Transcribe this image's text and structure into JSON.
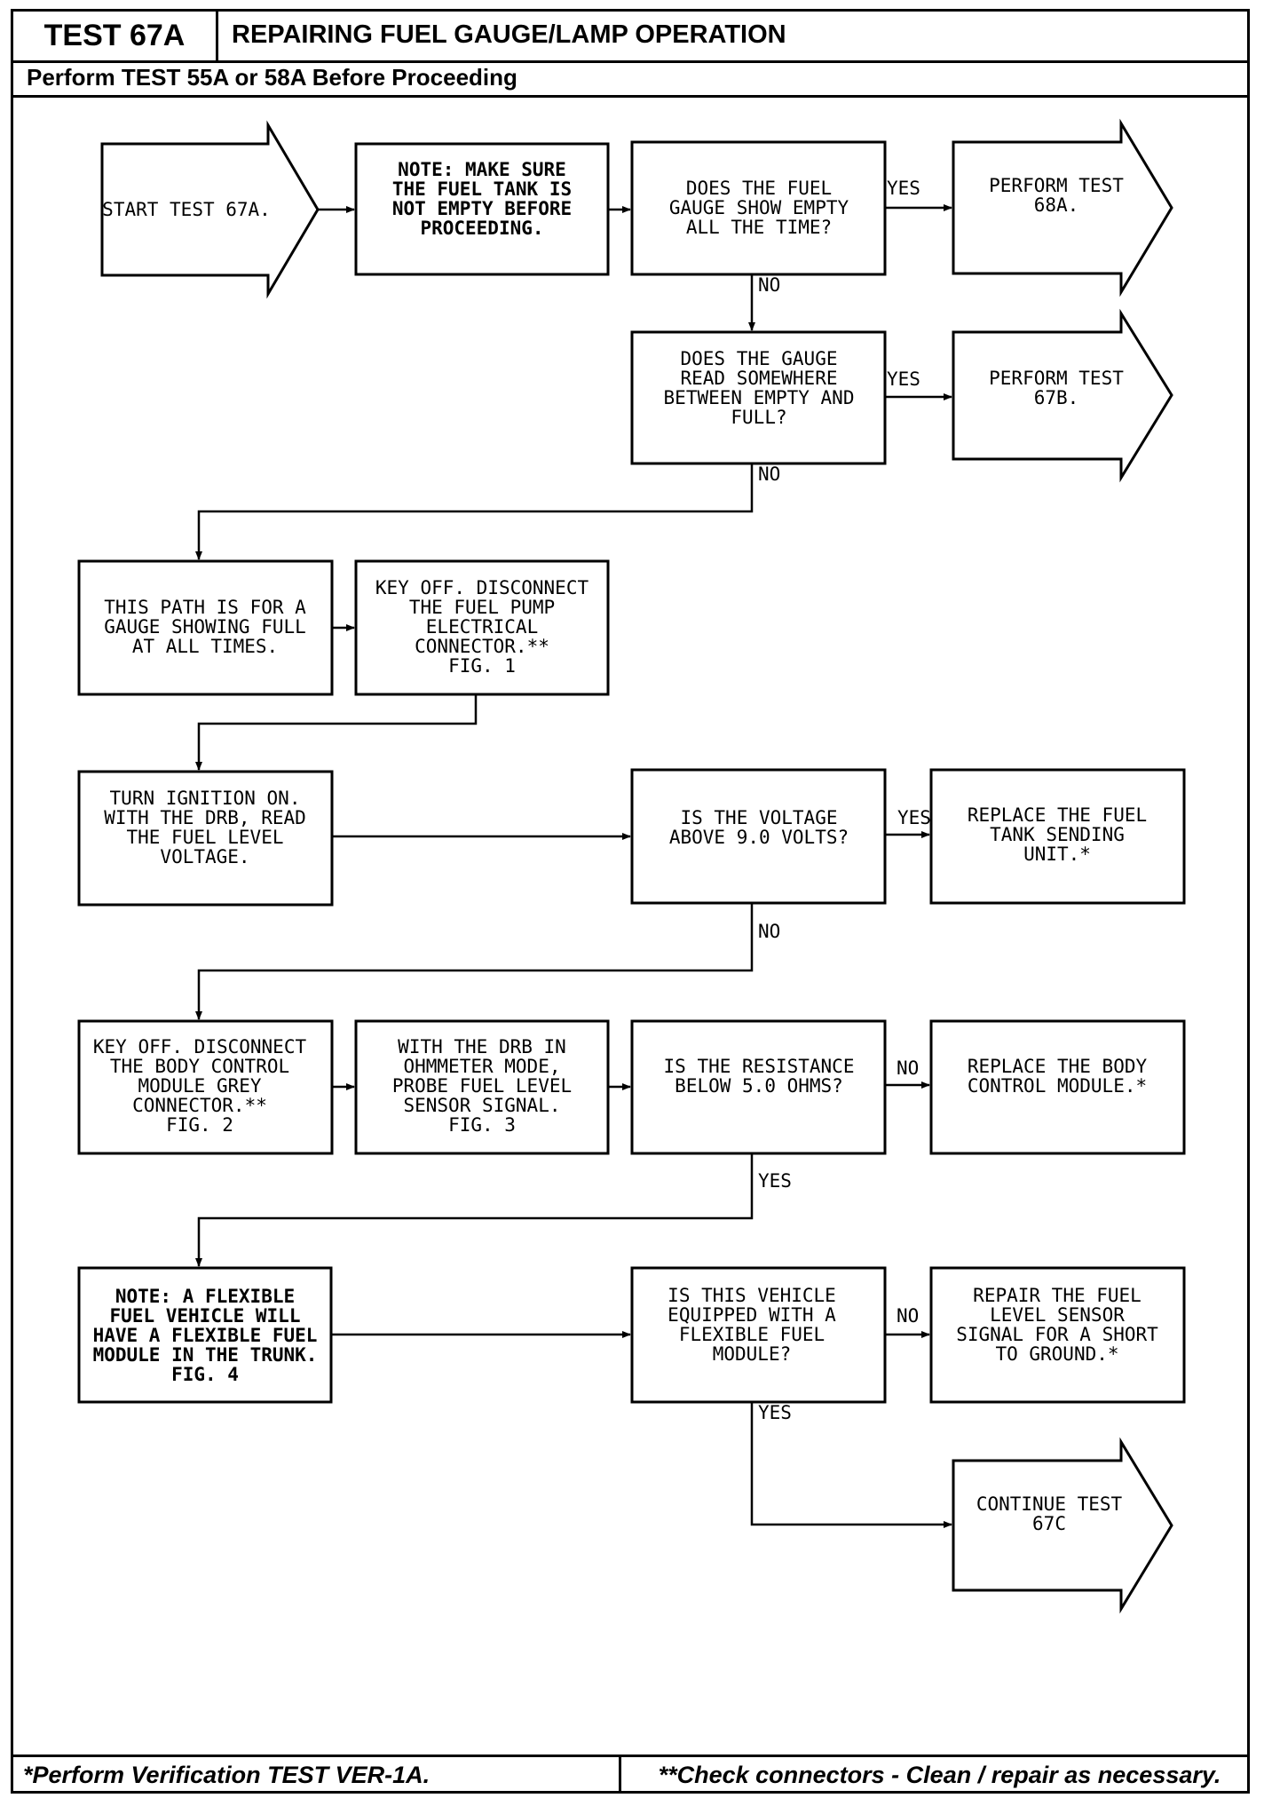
{
  "header": {
    "test_id": "TEST 67A",
    "title": "REPAIRING FUEL GAUGE/LAMP OPERATION",
    "subtitle": "Perform TEST 55A or 58A Before Proceeding"
  },
  "footer": {
    "left_note": "*Perform Verification TEST VER-1A.",
    "right_note": "**Check connectors - Clean / repair as necessary."
  },
  "nodes": {
    "start": [
      "START TEST 67A."
    ],
    "note_tank": [
      "NOTE: MAKE SURE",
      "THE FUEL TANK IS",
      "NOT EMPTY BEFORE",
      "PROCEEDING."
    ],
    "q_empty": [
      "DOES THE FUEL",
      "GAUGE SHOW EMPTY",
      "ALL THE TIME?"
    ],
    "perform_68a": [
      "PERFORM TEST",
      "68A."
    ],
    "q_between": [
      "DOES THE GAUGE",
      "READ SOMEWHERE",
      "BETWEEN EMPTY AND",
      "FULL?"
    ],
    "perform_67b": [
      "PERFORM TEST",
      "67B."
    ],
    "path_full": [
      "THIS PATH IS FOR A",
      "GAUGE SHOWING FULL",
      "AT ALL TIMES."
    ],
    "key_off_pump": [
      "KEY OFF. DISCONNECT",
      "THE FUEL PUMP",
      "ELECTRICAL",
      "CONNECTOR.**",
      "FIG. 1"
    ],
    "ignition_on": [
      "TURN IGNITION ON.",
      "WITH THE DRB, READ",
      "THE FUEL LEVEL",
      "VOLTAGE."
    ],
    "q_voltage": [
      "IS THE VOLTAGE",
      "ABOVE 9.0 VOLTS?"
    ],
    "replace_sending": [
      "REPLACE THE FUEL",
      "TANK SENDING",
      "UNIT.*"
    ],
    "key_off_bcm": [
      "KEY OFF. DISCONNECT",
      "THE BODY CONTROL",
      "MODULE GREY",
      "CONNECTOR.**",
      "FIG. 2"
    ],
    "ohmmeter": [
      "WITH THE DRB IN",
      "OHMMETER MODE,",
      "PROBE FUEL LEVEL",
      "SENSOR SIGNAL.",
      "FIG. 3"
    ],
    "q_resistance": [
      "IS THE RESISTANCE",
      "BELOW 5.0 OHMS?"
    ],
    "replace_bcm": [
      "REPLACE THE BODY",
      "CONTROL MODULE.*"
    ],
    "note_flex": [
      "NOTE: A FLEXIBLE",
      "FUEL VEHICLE WILL",
      "HAVE A FLEXIBLE FUEL",
      "MODULE IN THE TRUNK.",
      "FIG. 4"
    ],
    "q_flex": [
      "IS THIS VEHICLE",
      "EQUIPPED WITH A",
      "FLEXIBLE FUEL",
      "MODULE?"
    ],
    "repair_short": [
      "REPAIR THE FUEL",
      "LEVEL SENSOR",
      "SIGNAL FOR A SHORT",
      "TO GROUND.*"
    ],
    "continue_67c": [
      "CONTINUE TEST",
      "67C"
    ]
  },
  "edge_labels": {
    "yes": "YES",
    "no": "NO"
  }
}
